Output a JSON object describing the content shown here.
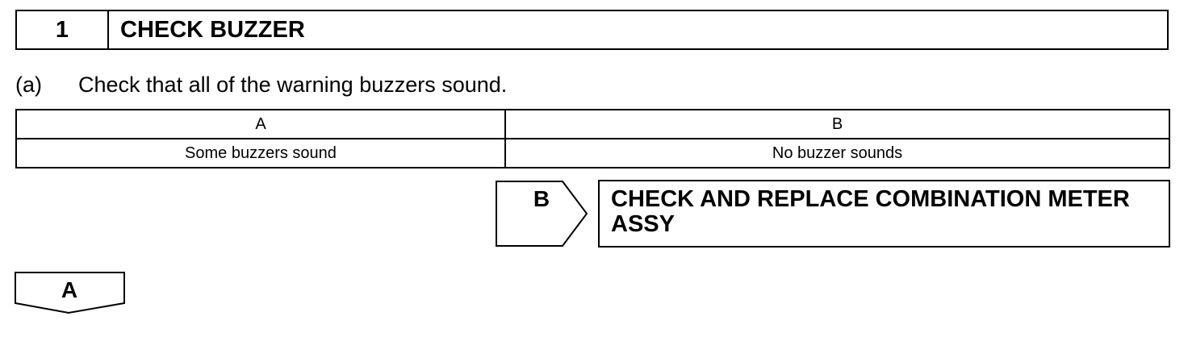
{
  "step": {
    "number": "1",
    "title": "CHECK BUZZER"
  },
  "instruction": {
    "marker": "(a)",
    "text": "Check that all of the warning buzzers sound."
  },
  "result_table": {
    "headers": [
      "A",
      "B"
    ],
    "rows": [
      [
        "Some buzzers sound",
        "No buzzer sounds"
      ]
    ]
  },
  "branch_b": {
    "label": "B",
    "action_line1": "CHECK AND REPLACE COMBINATION METER",
    "action_line2": "ASSY"
  },
  "branch_a": {
    "label": "A"
  }
}
